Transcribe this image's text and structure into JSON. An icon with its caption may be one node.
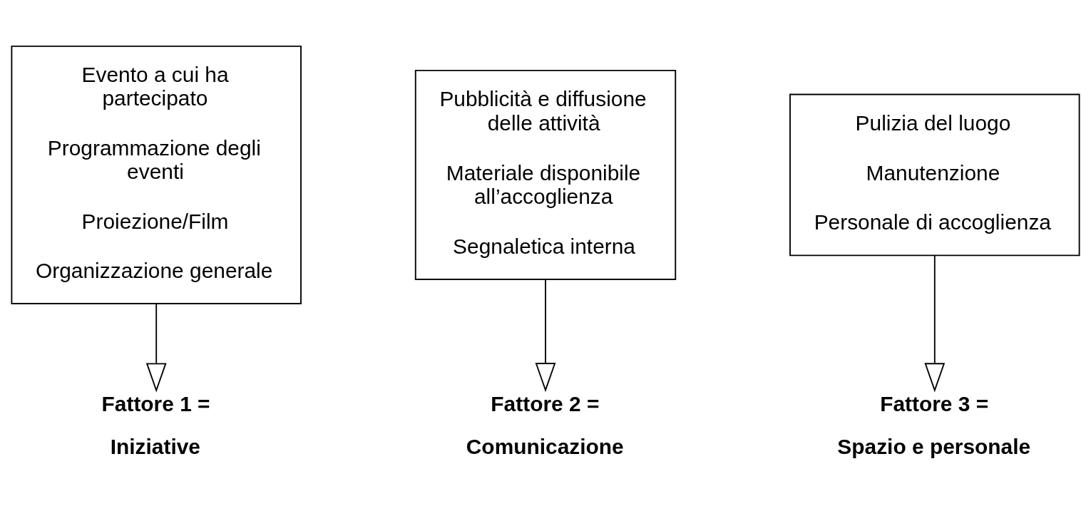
{
  "diagram": {
    "nodes": [
      {
        "text": [
          "Evento a cui ha partecipato",
          "Programmazione degli eventi",
          "Proiezione/Film",
          "Organizzazione generale"
        ]
      },
      {
        "text": [
          "Pubblicità e diffusione delle attività",
          "Materiale disponibile all’accoglienza",
          "Segnaletica interna"
        ]
      },
      {
        "text": [
          "Pulizia del luogo",
          "Manutenzione",
          "Personale di accoglienza"
        ]
      },
      {
        "text": [
          "Fattore 1 =",
          "Iniziative"
        ]
      },
      {
        "text": [
          "Fattore 2 =",
          "Comunicazione"
        ]
      },
      {
        "text": [
          "Fattore 3 =",
          "Spazio e personale"
        ]
      }
    ],
    "edges": [
      {
        "from": 0,
        "to": 3,
        "arrow": "to"
      },
      {
        "from": 1,
        "to": 4,
        "arrow": "to"
      },
      {
        "from": 2,
        "to": 5,
        "arrow": "to"
      }
    ]
  }
}
